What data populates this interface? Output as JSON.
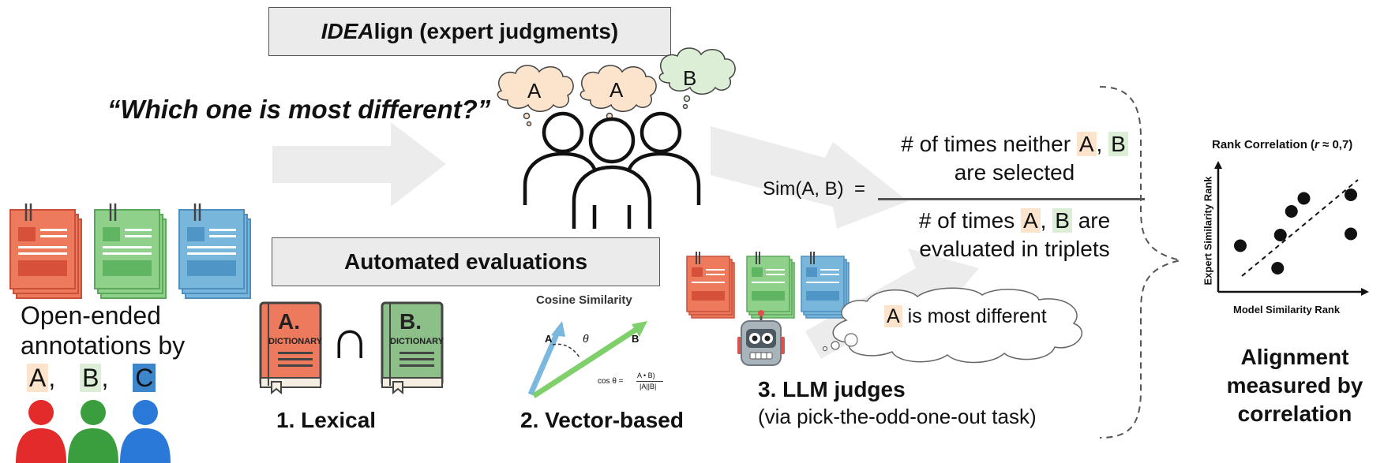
{
  "header": {
    "title_italic": "IDEA",
    "title_rest": "lign (expert judgments)"
  },
  "question": "“Which one is most different?”",
  "thought_bubbles": [
    "A",
    "A",
    "B"
  ],
  "automated_box": "Automated evaluations",
  "annotations": {
    "line1": "Open-ended",
    "line2": "annotations by",
    "a": "A",
    "b": "B",
    "c": "C",
    "comma": ","
  },
  "dictionary": {
    "a_letter": "A.",
    "b_letter": "B.",
    "word": "DICTIONARY",
    "intersect": "∩"
  },
  "cosine": {
    "title": "Cosine Similarity",
    "a": "A",
    "b": "B",
    "theta": "θ",
    "formula_left": "cos θ =",
    "formula_num": "A • B)",
    "formula_den": "|A||B|"
  },
  "methods": {
    "lexical": "1. Lexical",
    "vector": "2. Vector-based",
    "llm": "3. LLM judges",
    "llm_sub": "(via pick-the-odd-one-out task)"
  },
  "formula": {
    "lhs": "Sim(A, B)  =",
    "num_1": "# of times neither",
    "num_a": "A",
    "num_sep": ",",
    "num_b": "B",
    "num_2": "are selected",
    "den_1": "# of times",
    "den_a": "A",
    "den_sep": ",",
    "den_b": "B",
    "den_1b": "are",
    "den_2": "evaluated in triplets"
  },
  "llm_bubble": {
    "a": "A",
    "text": "is most different"
  },
  "scatter": {
    "title": "Rank Correlation (r ≈ 0,7)",
    "title_pre": "Rank Correlation (",
    "title_r": "r",
    "title_post": " ≈ 0,7)",
    "xlabel": "Model Similarity Rank",
    "ylabel": "Expert Similarity Rank",
    "points": [
      [
        0.16,
        0.39
      ],
      [
        0.43,
        0.2
      ],
      [
        0.45,
        0.48
      ],
      [
        0.53,
        0.68
      ],
      [
        0.62,
        0.79
      ],
      [
        0.96,
        0.49
      ],
      [
        0.96,
        0.82
      ]
    ]
  },
  "alignment": {
    "line1": "Alignment",
    "line2": "measured by",
    "line3": "correlation"
  },
  "colors": {
    "red_doc": "#ee7a5e",
    "green_doc": "#8fd18a",
    "blue_doc": "#79b6dc",
    "person_red": "#e32b2b",
    "person_green": "#3b9e3e",
    "person_blue": "#2a78d8",
    "hl_a": "#fbe3cc",
    "hl_b": "#dcefd6",
    "hl_c": "#3d86cc"
  }
}
